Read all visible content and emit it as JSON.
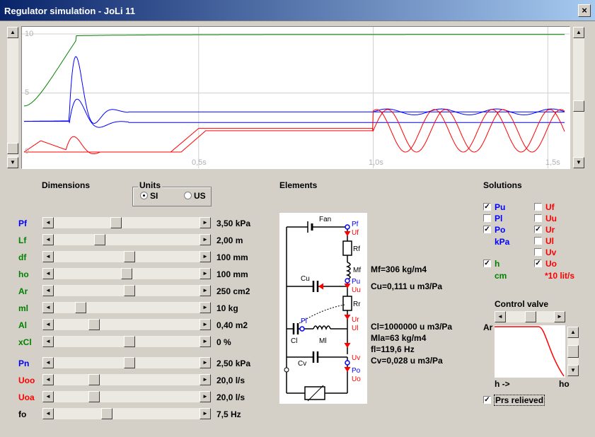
{
  "window": {
    "title": "Regulator simulation  -  JoLi 11",
    "close_label": "×"
  },
  "plot": {
    "y_labels": [
      "10",
      "5",
      "0"
    ],
    "x_labels": [
      "0,5s",
      "1,0s",
      "1,5s"
    ]
  },
  "dimensions": {
    "header": "Dimensions"
  },
  "units": {
    "header": "Units",
    "options": [
      "SI",
      "US"
    ],
    "selected": "SI"
  },
  "sliders": [
    {
      "label": "Pf",
      "color": "#0000ff",
      "value": "3,50 kPa",
      "pos": 0.42
    },
    {
      "label": "Lf",
      "color": "#008000",
      "value": "2,00 m",
      "pos": 0.3
    },
    {
      "label": "df",
      "color": "#008000",
      "value": "100 mm",
      "pos": 0.52
    },
    {
      "label": "ho",
      "color": "#008000",
      "value": "100 mm",
      "pos": 0.5
    },
    {
      "label": "Ar",
      "color": "#008000",
      "value": "250 cm2",
      "pos": 0.52
    },
    {
      "label": "ml",
      "color": "#008000",
      "value": "10 kg",
      "pos": 0.16
    },
    {
      "label": "Al",
      "color": "#008000",
      "value": "0,40 m2",
      "pos": 0.26
    },
    {
      "label": "xCl",
      "color": "#008000",
      "value": "0   %",
      "pos": 0.52
    },
    {
      "label": "Pn",
      "color": "#0000ff",
      "value": "2,50 kPa",
      "pos": 0.52
    },
    {
      "label": "Uoo",
      "color": "#ff0000",
      "value": "20,0 l/s",
      "pos": 0.26
    },
    {
      "label": "Uoa",
      "color": "#ff0000",
      "value": "20,0 l/s",
      "pos": 0.26
    },
    {
      "label": "fo",
      "color": "#000000",
      "value": "7,5 Hz",
      "pos": 0.35
    }
  ],
  "elements": {
    "header": "Elements",
    "info": [
      "Mf=306 kg/m4",
      "Cu=0,111 u m3/Pa",
      "Cl=1000000 u m3/Pa",
      "Mla=63 kg/m4",
      "fl=119,6 Hz",
      "Cv=0,028 u m3/Pa"
    ],
    "diagram": {
      "fan": "Fan",
      "pf": "Pf",
      "uf": "Uf",
      "rf": "Rf",
      "mf": "Mf",
      "cu": "Cu",
      "pu": "Pu",
      "uu": "Uu",
      "rr": "Rr",
      "ur": "Ur",
      "ul": "Ul",
      "pl": "Pl",
      "cl": "Cl",
      "ml": "Ml",
      "cv": "Cv",
      "uv": "Uv",
      "po": "Po",
      "uo": "Uo"
    }
  },
  "solutions": {
    "header": "Solutions",
    "left": [
      {
        "label": "Pu",
        "checked": true,
        "color": "#0000ff"
      },
      {
        "label": "Pl",
        "checked": false,
        "color": "#0000ff"
      },
      {
        "label": "Po",
        "checked": true,
        "color": "#0000ff"
      },
      {
        "label": "h",
        "checked": true,
        "color": "#008000"
      }
    ],
    "right": [
      {
        "label": "Uf",
        "checked": false,
        "color": "#ff0000"
      },
      {
        "label": "Uu",
        "checked": false,
        "color": "#ff0000"
      },
      {
        "label": "Ur",
        "checked": true,
        "color": "#ff0000"
      },
      {
        "label": "Ul",
        "checked": false,
        "color": "#ff0000"
      },
      {
        "label": "Uv",
        "checked": false,
        "color": "#ff0000"
      },
      {
        "label": "Uo",
        "checked": true,
        "color": "#ff0000"
      }
    ],
    "kpa": "kPa",
    "cm": "cm",
    "lit": "*10 lit/s"
  },
  "control_valve": {
    "header": "Control valve",
    "ar": "Ar",
    "h_label": "h ->",
    "ho_label": "ho",
    "slider_pos": 0.4
  },
  "prs": {
    "label": "Prs relieved",
    "checked": true
  }
}
